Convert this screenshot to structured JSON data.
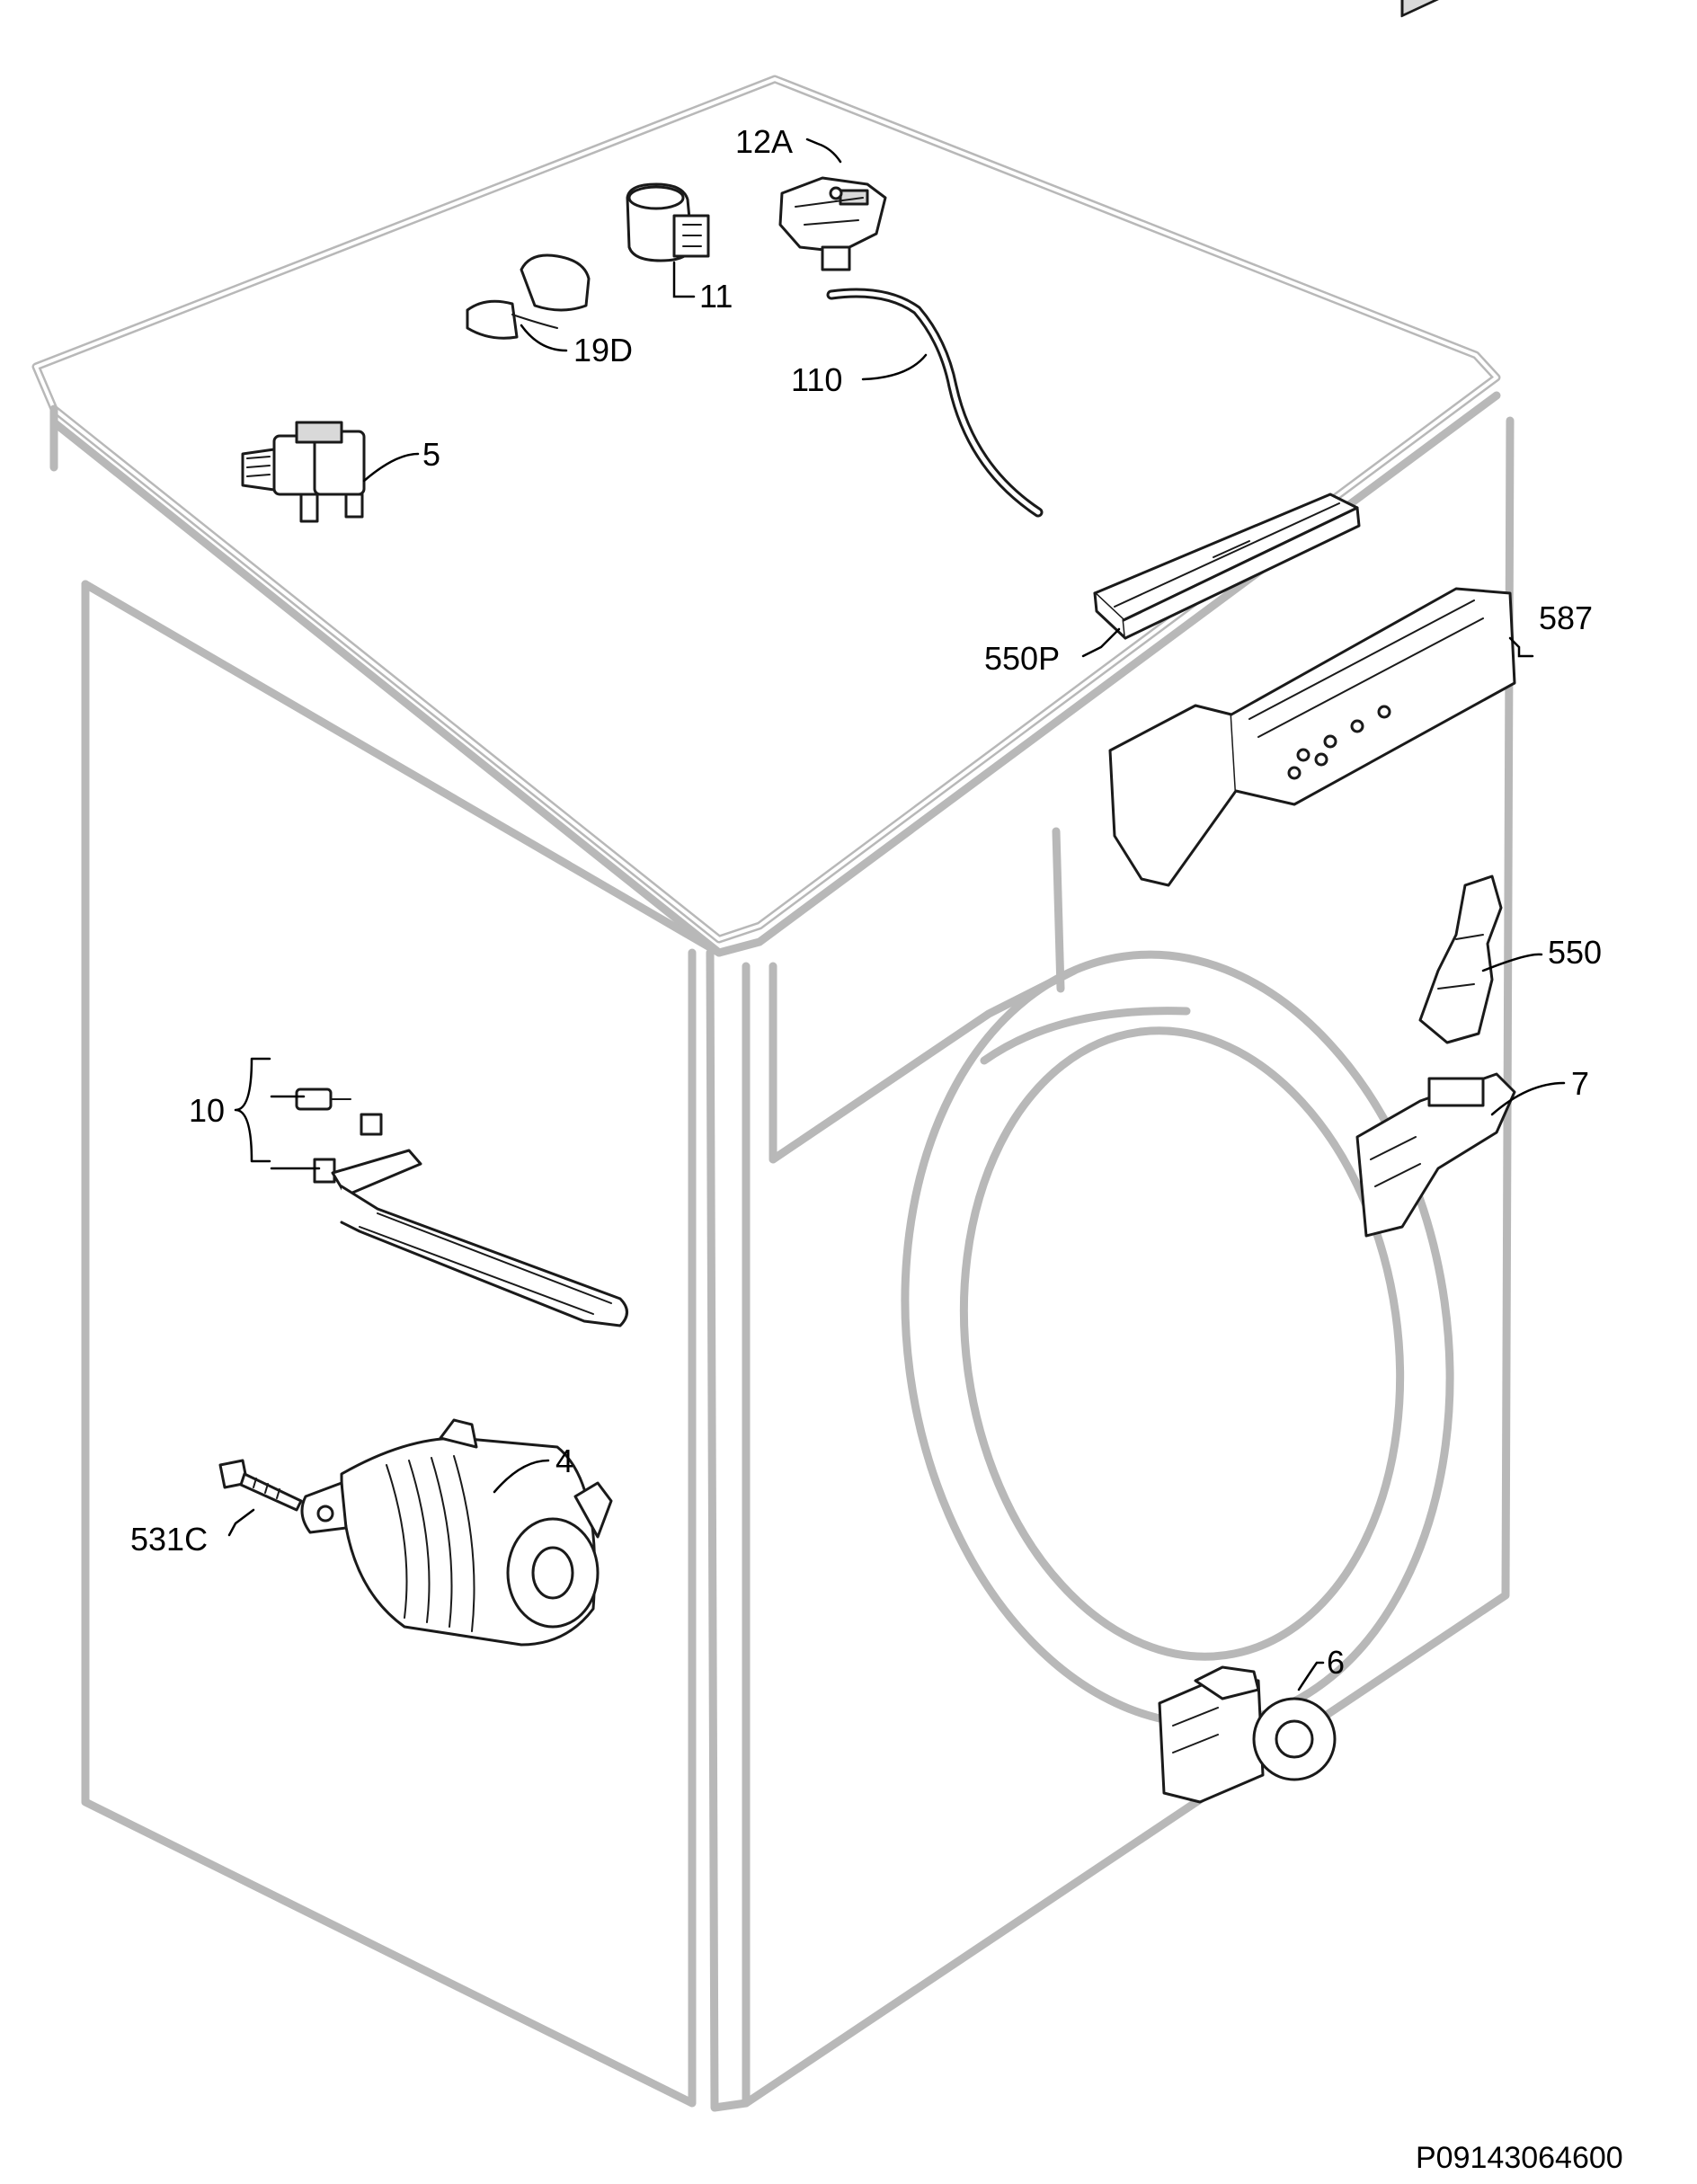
{
  "diagram": {
    "reference_code": "P09143064600",
    "callouts": {
      "c12A": "12A",
      "c11": "11",
      "c19D": "19D",
      "c110": "110",
      "c5": "5",
      "c550P": "550P",
      "c587": "587",
      "c550": "550",
      "c7": "7",
      "c10": "10",
      "c4": "4",
      "c531C": "531C",
      "c6": "6"
    }
  }
}
